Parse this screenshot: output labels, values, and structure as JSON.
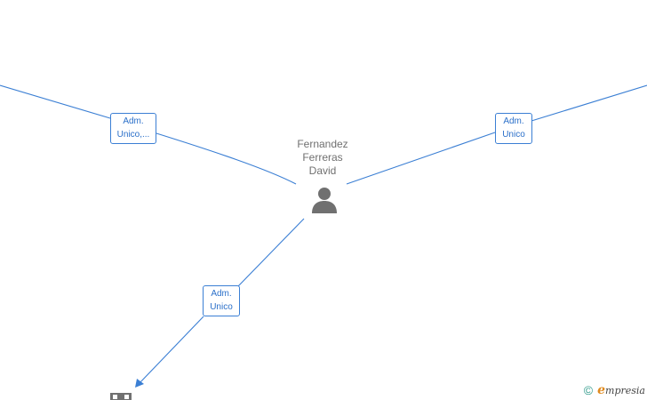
{
  "center_person": {
    "name_lines": [
      "Fernandez",
      "Ferreras",
      "David"
    ]
  },
  "edges": [
    {
      "label_lines": [
        "Adm.",
        "Unico,..."
      ]
    },
    {
      "label_lines": [
        "Adm.",
        "Unico"
      ]
    },
    {
      "label_lines": [
        "Adm.",
        "Unico"
      ]
    }
  ],
  "watermark": {
    "copyright": "©",
    "brand_first": "e",
    "brand_rest": "mpresia"
  },
  "colors": {
    "edge": "#3b7fd4",
    "label_text": "#2a6fc9",
    "node_icon": "#707070",
    "brand_accent": "#e08a1e"
  }
}
